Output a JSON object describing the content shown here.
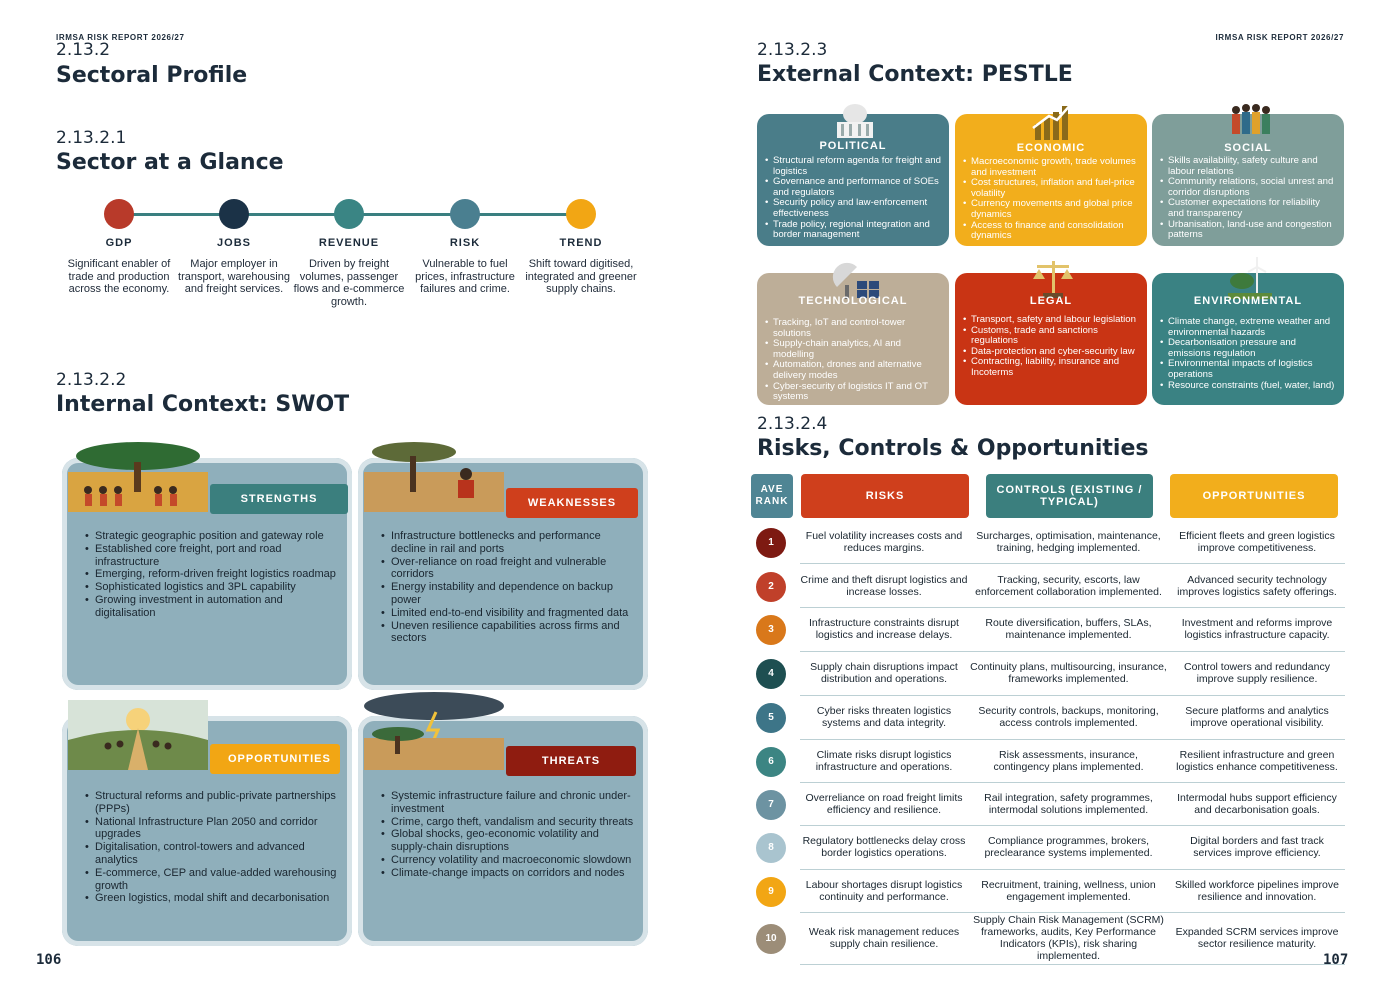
{
  "header": {
    "left": "IRMSA RISK REPORT 2026/27",
    "right": "IRMSA RISK REPORT 2026/27"
  },
  "page_numbers": {
    "left": "106",
    "right": "107"
  },
  "sections": {
    "profile": {
      "num": "2.13.2",
      "title": "Sectoral Profile"
    },
    "glance": {
      "num": "2.13.2.1",
      "title": "Sector at a Glance"
    },
    "swot": {
      "num": "2.13.2.2",
      "title": "Internal Context: SWOT"
    },
    "pestle": {
      "num": "2.13.2.3",
      "title": "External Context: PESTLE"
    },
    "risks": {
      "num": "2.13.2.4",
      "title": "Risks, Controls & Opportunities"
    }
  },
  "glance": [
    {
      "label": "GDP",
      "color": "#b83a2a",
      "desc": "Significant enabler of trade and production across the economy."
    },
    {
      "label": "JOBS",
      "color": "#1b3247",
      "desc": "Major employer in transport, warehousing and freight services."
    },
    {
      "label": "REVENUE",
      "color": "#3a8584",
      "desc": "Driven by freight volumes, passenger flows and e-commerce growth."
    },
    {
      "label": "RISK",
      "color": "#4a7f90",
      "desc": "Vulnerable to fuel prices, infrastructure failures and crime."
    },
    {
      "label": "TREND",
      "color": "#f2a614",
      "desc": "Shift toward digitised, integrated and greener supply chains."
    }
  ],
  "swot": {
    "strengths": {
      "label": "STRENGTHS",
      "color": "#3b7f7e",
      "items": [
        "Strategic geographic position and gateway role",
        "Established core freight, port and road infrastructure",
        "Emerging, reform-driven freight logistics roadmap",
        "Sophisticated logistics and 3PL capability",
        "Growing investment in automation and digitalisation"
      ]
    },
    "weaknesses": {
      "label": "WEAKNESSES",
      "color": "#cf3f1c",
      "items": [
        "Infrastructure bottlenecks and performance decline in rail and ports",
        "Over-reliance on road freight and vulnerable corridors",
        "Energy instability and dependence on backup power",
        "Limited end-to-end visibility and fragmented data",
        "Uneven resilience capabilities across firms and sectors"
      ]
    },
    "opportunities": {
      "label": "OPPORTUNITIES",
      "color": "#f2a614",
      "items": [
        "Structural reforms and public-private partnerships (PPPs)",
        "National Infrastructure Plan 2050 and corridor upgrades",
        "Digitalisation, control-towers and advanced analytics",
        "E-commerce, CEP and value-added warehousing growth",
        "Green logistics, modal shift and decarbonisation"
      ]
    },
    "threats": {
      "label": "THREATS",
      "color": "#8f1c10",
      "items": [
        "Systemic infrastructure failure and chronic under-investment",
        "Crime, cargo theft, vandalism and security threats",
        "Global shocks, geo-economic volatility and supply-chain disruptions",
        "Currency volatility and macroeconomic slowdown",
        "Climate-change impacts on corridors and nodes"
      ]
    }
  },
  "pestle": [
    {
      "title": "POLITICAL",
      "color": "#4a7d89",
      "text_color": "#ffffff",
      "items": [
        "Structural reform agenda for freight and logistics",
        "Governance and performance of SOEs and regulators",
        "Security policy and law-enforcement effectiveness",
        "Trade policy, regional integration and border management"
      ]
    },
    {
      "title": "ECONOMIC",
      "color": "#f2ae1c",
      "text_color": "#ffffff",
      "items": [
        "Macroeconomic growth, trade volumes and investment",
        "Cost structures, inflation and fuel-price volatility",
        "Currency movements and global price dynamics",
        "Access to finance and consolidation dynamics"
      ]
    },
    {
      "title": "SOCIAL",
      "color": "#7f9e9a",
      "text_color": "#ffffff",
      "items": [
        "Skills availability, safety culture and labour relations",
        "Community relations, social unrest and corridor disruptions",
        "Customer expectations for reliability and transparency",
        "Urbanisation, land-use and congestion patterns"
      ]
    },
    {
      "title": "TECHNOLOGICAL",
      "color": "#bdae98",
      "text_color": "#ffffff",
      "items": [
        "Tracking, IoT and control-tower solutions",
        "Supply-chain analytics, AI and modelling",
        "Automation, drones and alternative delivery modes",
        "Cyber-security of logistics IT and OT systems"
      ]
    },
    {
      "title": "LEGAL",
      "color": "#c93414",
      "text_color": "#ffffff",
      "items": [
        "Transport, safety and labour legislation",
        "Customs, trade and sanctions regulations",
        "Data-protection and cyber-security law",
        "Contracting, liability, insurance and Incoterms"
      ]
    },
    {
      "title": "ENVIRONMENTAL",
      "color": "#3a8283",
      "text_color": "#ffffff",
      "items": [
        "Climate change, extreme weather and environmental hazards",
        "Decarbonisation pressure and emissions regulation",
        "Environmental impacts of logistics operations",
        "Resource constraints (fuel, water, land)"
      ]
    }
  ],
  "risk_table": {
    "headers": {
      "rank": "AVE RANK",
      "risks": "RISKS",
      "controls": "CONTROLS (EXISTING / TYPICAL)",
      "opportunities": "OPPORTUNITIES"
    },
    "header_colors": {
      "rank": "#4f8594",
      "risks": "#cf3f1c",
      "controls": "#3b7f7e",
      "opportunities": "#f2ae1c"
    },
    "rows": [
      {
        "rank": "1",
        "color": "#7d1a12",
        "risk": "Fuel volatility increases costs and reduces margins.",
        "control": "Surcharges, optimisation, maintenance, training, hedging implemented.",
        "opportunity": "Efficient fleets and green logistics improve competitiveness."
      },
      {
        "rank": "2",
        "color": "#c0402a",
        "risk": "Crime and theft disrupt logistics and increase losses.",
        "control": "Tracking, security, escorts, law enforcement collaboration implemented.",
        "opportunity": "Advanced security technology improves logistics safety offerings."
      },
      {
        "rank": "3",
        "color": "#d9781a",
        "risk": "Infrastructure constraints disrupt logistics and increase delays.",
        "control": "Route diversification, buffers, SLAs, maintenance implemented.",
        "opportunity": "Investment and reforms improve logistics infrastructure capacity."
      },
      {
        "rank": "4",
        "color": "#1e4f51",
        "risk": "Supply chain disruptions impact distribution and operations.",
        "control": "Continuity plans, multisourcing, insurance, frameworks implemented.",
        "opportunity": "Control towers and redundancy improve supply resilience."
      },
      {
        "rank": "5",
        "color": "#3d7588",
        "risk": "Cyber risks threaten logistics systems and data integrity.",
        "control": "Security controls, backups, monitoring, access controls implemented.",
        "opportunity": "Secure platforms and analytics improve operational visibility."
      },
      {
        "rank": "6",
        "color": "#3c8583",
        "risk": "Climate risks disrupt logistics infrastructure and operations.",
        "control": "Risk assessments, insurance, contingency plans implemented.",
        "opportunity": "Resilient infrastructure and green logistics enhance competitiveness."
      },
      {
        "rank": "7",
        "color": "#6d93a2",
        "risk": "Overreliance on road freight limits efficiency and resilience.",
        "control": "Rail integration, safety programmes, intermodal solutions implemented.",
        "opportunity": "Intermodal hubs support efficiency and decarbonisation goals."
      },
      {
        "rank": "8",
        "color": "#a9c4cf",
        "risk": "Regulatory bottlenecks delay cross border logistics operations.",
        "control": "Compliance programmes, brokers, preclearance systems implemented.",
        "opportunity": "Digital borders and fast track services improve efficiency."
      },
      {
        "rank": "9",
        "color": "#f2a614",
        "risk": "Labour shortages disrupt logistics continuity and performance.",
        "control": "Recruitment, training, wellness, union engagement implemented.",
        "opportunity": "Skilled workforce pipelines improve resilience and innovation."
      },
      {
        "rank": "10",
        "color": "#9c8d78",
        "risk": "Weak risk management reduces supply chain resilience.",
        "control": "Supply Chain Risk Management (SCRM) frameworks, audits, Key Performance Indicators (KPIs), risk sharing implemented.",
        "opportunity": "Expanded SCRM services improve sector resilience maturity."
      }
    ]
  }
}
